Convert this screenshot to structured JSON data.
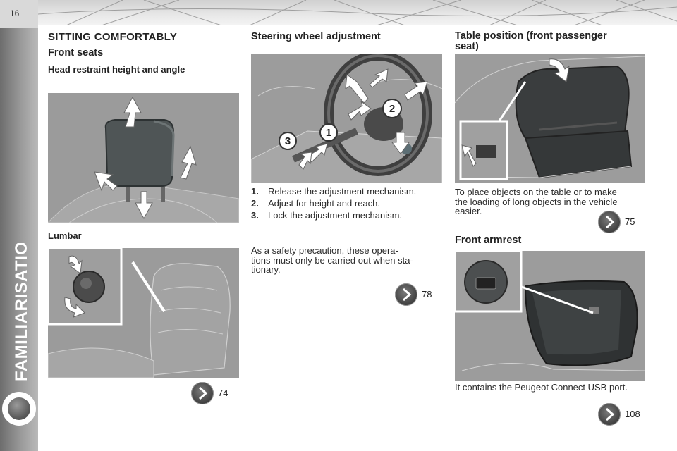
{
  "page_number": "16",
  "side_tab": "FAMILIARISATION",
  "left": {
    "section_title": "SITTING COMFORTABLY",
    "front_seats_title": "Front seats",
    "head_restraint_title": "Head restraint height and angle",
    "lumbar_title": "Lumbar",
    "ref_seats": "74"
  },
  "middle": {
    "title": "Steering wheel adjustment",
    "steps": [
      {
        "n": "1.",
        "text": "Release the adjustment mechanism."
      },
      {
        "n": "2.",
        "text": "Adjust for height and reach."
      },
      {
        "n": "3.",
        "text": "Lock the adjustment mechanism."
      }
    ],
    "callouts": [
      "1",
      "2",
      "3"
    ],
    "safety_lines": [
      "As  a  safety  precaution,  these  opera-",
      "tions must only be carried out when sta-",
      "tionary."
    ],
    "ref": "78"
  },
  "right": {
    "table_title_lines": [
      "Table position (front passenger",
      "seat)"
    ],
    "table_text_lines": [
      "To place objects on the table or to make",
      "the loading of long objects in the vehicle",
      "easier."
    ],
    "table_ref": "75",
    "armrest_title": "Front armrest",
    "armrest_text": "It contains the Peugeot Connect USB port.",
    "armrest_ref": "108"
  },
  "colors": {
    "sidebar": "#8a8a8a",
    "illustration_bg": "#9a9a9a",
    "arrow": "#ffffff"
  },
  "icons": [
    "chevron-right-icon",
    "reference-circle-icon"
  ]
}
